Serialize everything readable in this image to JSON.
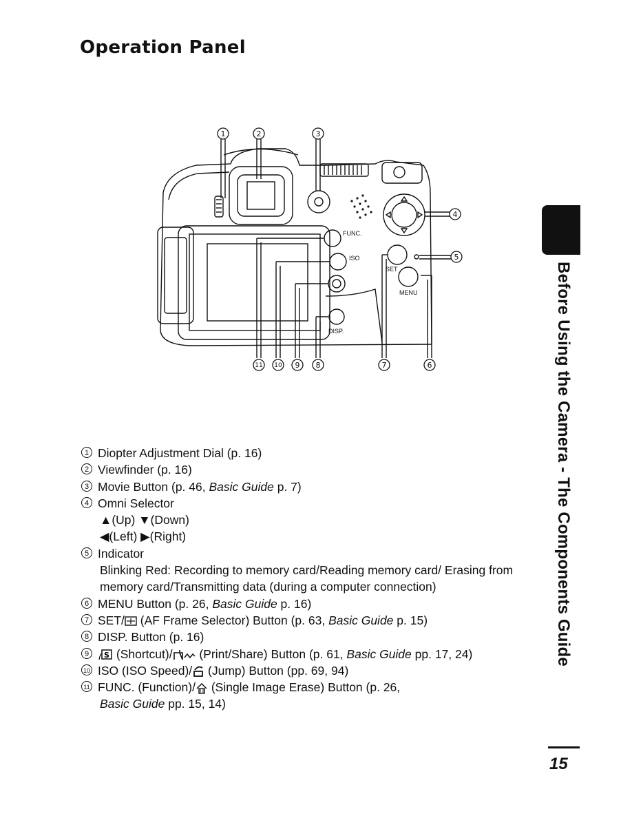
{
  "page": {
    "title": "Operation Panel",
    "side_heading": "Before Using the Camera - The Components Guide",
    "page_number": "15"
  },
  "callouts": [
    "1",
    "2",
    "3",
    "4",
    "5",
    "6",
    "7",
    "8",
    "9",
    "10",
    "11"
  ],
  "camera_labels": {
    "func": "FUNC.",
    "iso": "ISO",
    "set": "SET",
    "menu": "MENU",
    "disp": "DISP."
  },
  "legend": {
    "item1": "Diopter Adjustment Dial (p. 16)",
    "item2": "Viewfinder (p. 16)",
    "item3_a": "Movie Button (p. 46, ",
    "item3_b": "Basic Guide",
    "item3_c": " p. 7)",
    "item4": "Omni Selector",
    "item4_sub1": "▲(Up) ▼(Down)",
    "item4_sub2": "◀(Left) ▶(Right)",
    "item5": "Indicator",
    "item5_sub": "Blinking Red: Recording to memory card/Reading memory card/ Erasing from memory card/Transmitting data (during a computer connection)",
    "item6_a": "MENU Button (p. 26, ",
    "item6_b": "Basic Guide",
    "item6_c": " p. 16)",
    "item7_a": "SET/",
    "item7_b": " (AF Frame Selector) Button (p. 63, ",
    "item7_c": "Basic Guide",
    "item7_d": " p. 15)",
    "item8": "DISP. Button (p. 16)",
    "item9_a": " (Shortcut)/",
    "item9_b": " (Print/Share) Button (p. 61, ",
    "item9_c": "Basic Guide",
    "item9_d": " pp. 17, 24)",
    "item10_a": "ISO (ISO Speed)/",
    "item10_b": " (Jump) Button (pp. 69, 94)",
    "item11_a": "FUNC. (Function)/",
    "item11_b": " (Single Image Erase) Button (p. 26,",
    "item11_c": "Basic Guide",
    "item11_d": " pp. 15, 14)"
  }
}
